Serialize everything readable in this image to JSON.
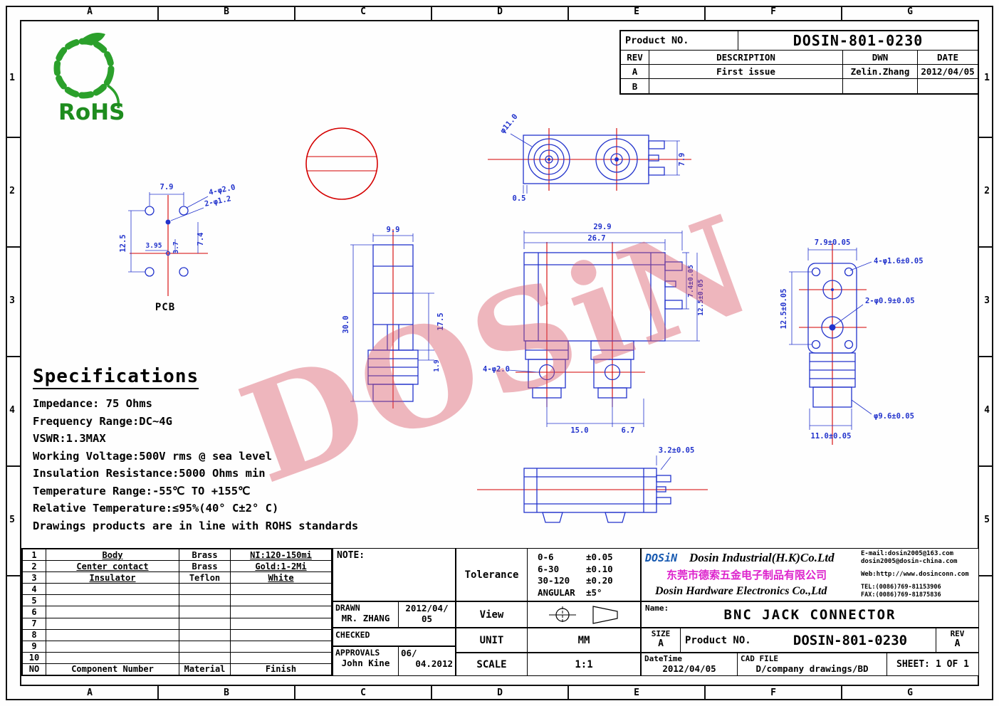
{
  "frame": {
    "cols": [
      "A",
      "B",
      "C",
      "D",
      "E",
      "F",
      "G"
    ],
    "rows": [
      "1",
      "2",
      "3",
      "4",
      "5"
    ]
  },
  "rohs_label": "RoHS",
  "watermark": "DOSiN",
  "title_block": {
    "product_no_label": "Product NO.",
    "product_no": "DOSIN-801-0230",
    "headers": [
      "REV",
      "DESCRIPTION",
      "DWN",
      "DATE"
    ],
    "rows": [
      {
        "rev": "A",
        "description": "First issue",
        "dwn": "Zelin.Zhang",
        "date": "2012/04/05"
      },
      {
        "rev": "B",
        "description": "",
        "dwn": "",
        "date": ""
      }
    ]
  },
  "specifications": {
    "title": "Specifications",
    "lines": [
      "Impedance: 75 Ohms",
      "Frequency Range:DC~4G",
      "VSWR:1.3MAX",
      "Working Voltage:500V rms @ sea level",
      "Insulation Resistance:5000 Ohms min",
      "Temperature Range:-55℃ TO +155℃",
      "Relative Temperature:≤95%(40° C±2° C)",
      "Drawings products are in line with ROHS standards"
    ]
  },
  "views": {
    "pcb": {
      "label": "PCB",
      "d_width": "7.9",
      "d_holes": "4-φ2.0",
      "d_center": "2-φ1.2",
      "d_height": "12.5",
      "d_x": "3.95",
      "d_y": "3.7",
      "d_right": "7.4"
    },
    "top": {
      "d_dia": "φ11.0",
      "d_height": "7.9",
      "d_offset": "0.5"
    },
    "side": {
      "d_width": "9.9",
      "d_length": "30.0",
      "d_mid": "17.5",
      "d_small": "1.9"
    },
    "front": {
      "d_total": "29.9",
      "d_body": "26.7",
      "d_pin": "7.4±0.05",
      "d_h": "12.5±0.05",
      "d_holes": "4-φ2.0",
      "d_pitch": "15.0",
      "d_edge": "6.7"
    },
    "right": {
      "d_width": "7.9±0.05",
      "d_holes": "4-φ1.6±0.05",
      "d_center": "2-φ0.9±0.05",
      "d_height": "12.5±0.05",
      "d_dia": "φ9.6±0.05",
      "d_body": "11.0±0.05"
    },
    "bottom": {
      "d_height": "3.2±0.05"
    }
  },
  "bom": {
    "headers": [
      "NO",
      "Component Number",
      "Material",
      "Finish"
    ],
    "rows": [
      [
        "1",
        "Body",
        "Brass",
        "NI:120-150mi"
      ],
      [
        "2",
        "Center contact",
        "Brass",
        "Gold:1-2Mi"
      ],
      [
        "3",
        "Insulator",
        "Teflon",
        "White"
      ],
      [
        "4",
        "",
        "",
        ""
      ],
      [
        "5",
        "",
        "",
        ""
      ],
      [
        "6",
        "",
        "",
        ""
      ],
      [
        "7",
        "",
        "",
        ""
      ],
      [
        "8",
        "",
        "",
        ""
      ],
      [
        "9",
        "",
        "",
        ""
      ],
      [
        "10",
        "",
        "",
        ""
      ]
    ]
  },
  "note_label": "NOTE:",
  "sign_off": {
    "drawn_label": "DRAWN",
    "drawn_name": "MR. ZHANG",
    "drawn_date1": "2012/04/",
    "drawn_date2": "05",
    "checked_label": "CHECKED",
    "approvals_label": "APPROVALS",
    "approvals_name": "John Kine",
    "approvals_date1": "06/",
    "approvals_date2": "04.2012"
  },
  "tolerance": {
    "label": "Tolerance",
    "rows": [
      {
        "range": "0-6",
        "value": "±0.05"
      },
      {
        "range": "6-30",
        "value": "±0.10"
      },
      {
        "range": "30-120",
        "value": "±0.20"
      },
      {
        "range": "ANGULAR",
        "value": "±5°"
      }
    ]
  },
  "view_row": {
    "label": "View"
  },
  "unit_row": {
    "label": "UNIT",
    "value": "MM"
  },
  "scale_row": {
    "label": "SCALE",
    "value": "1:1"
  },
  "company": {
    "logo": "DOSiN",
    "name_en1": "Dosin Industrial(H.K)Co.Ltd",
    "name_cn": "东莞市德索五金电子制品有限公司",
    "name_en2": "Dosin Hardware Electronics Co.,Ltd",
    "email1": "E-mail:dosin2005@163.com",
    "email2": "dosin2005@dosin-china.com",
    "web": "Web:http://www.dosinconn.com",
    "tel": "TEL:(0086)769-81153906",
    "fax": "FAX:(0086)769-81875836"
  },
  "name_row": {
    "label": "Name:",
    "value": "BNC JACK CONNECTOR"
  },
  "product_row": {
    "size_label": "SIZE",
    "size_value": "A",
    "product_label": "Product NO.",
    "product_value": "DOSIN-801-0230",
    "rev_label": "REV",
    "rev_value": "A"
  },
  "footer_row": {
    "datetime_label": "DateTime",
    "datetime_value": "2012/04/05",
    "cad_label": "CAD FILE",
    "cad_value": "D/company drawings/BD",
    "sheet_label": "SHEET:",
    "sheet_value": "1 OF 1"
  }
}
